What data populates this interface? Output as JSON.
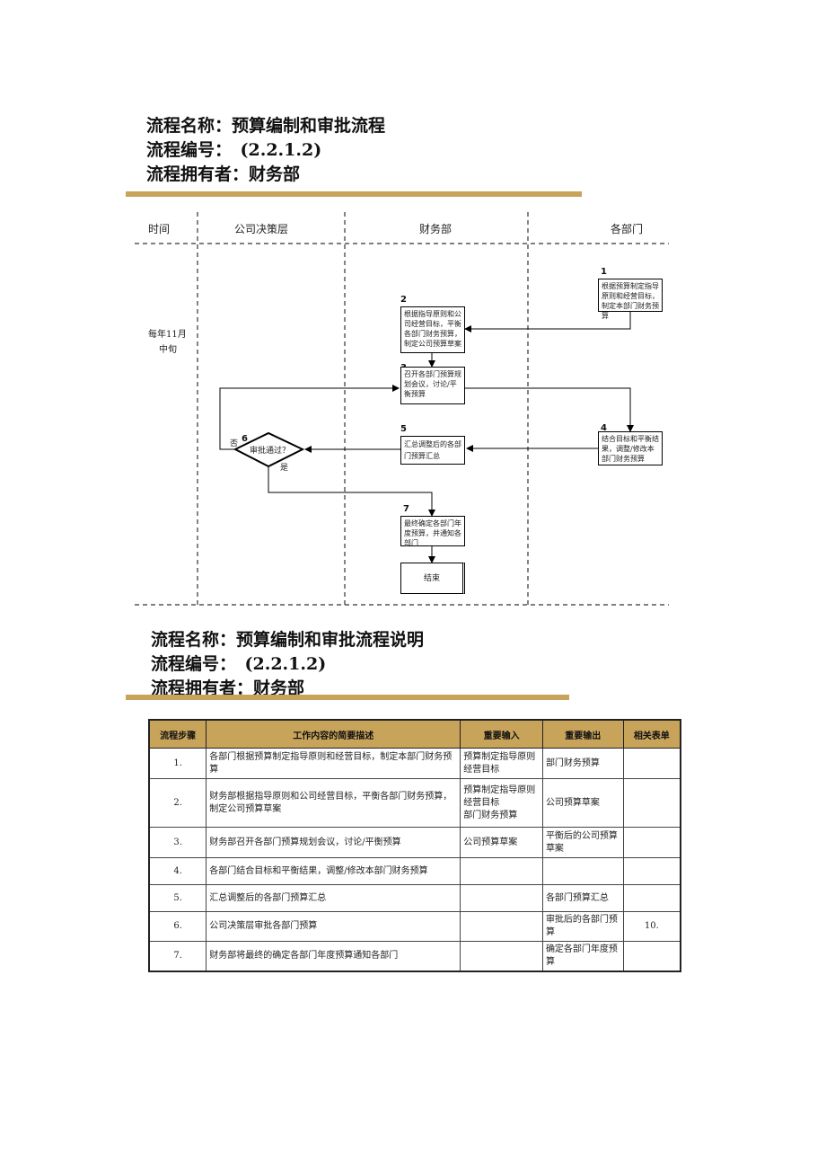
{
  "header1": {
    "name_line": "流程名称：预算编制和审批流程",
    "code_line": "流程编号：　(2.2.1.2)",
    "owner_line": "流程拥有者：财务部"
  },
  "flowchart": {
    "lanes": [
      "时间",
      "公司决策层",
      "财务部",
      "各部门"
    ],
    "time_label_line1": "每年11月",
    "time_label_line2": "中旬",
    "steps": [
      {
        "num": "1",
        "text": "根据预算制定指导原则和经营目标，制定本部门财务预算"
      },
      {
        "num": "2",
        "text": "根据指导原则和公司经营目标，平衡各部门财务预算，制定公司预算草案"
      },
      {
        "num": "3",
        "text": "召开各部门预算规划会议，讨论/平衡预算"
      },
      {
        "num": "4",
        "text": "结合目标和平衡结果，调整/修改本部门财务预算"
      },
      {
        "num": "5",
        "text": "汇总调整后的各部门预算汇总"
      },
      {
        "num": "6",
        "text": "审批通过？"
      },
      {
        "num": "7",
        "text": "最终确定各部门年度预算，并通知各部门"
      }
    ],
    "no_label": "否",
    "yes_label": "是",
    "end_label": "结束"
  },
  "header2": {
    "name_line": "流程名称：预算编制和审批流程说明",
    "code_line": "流程编号：　(2.2.1.2)",
    "owner_line": "流程拥有者：财务部"
  },
  "table": {
    "headers": [
      "流程步骤",
      "工作内容的简要描述",
      "重要输入",
      "重要输出",
      "相关表单"
    ],
    "rows": [
      [
        "1.",
        "各部门根据预算制定指导原则和经营目标，制定本部门财务预算",
        "预算制定指导原则\n经营目标",
        "部门财务预算",
        ""
      ],
      [
        "2.",
        "财务部根据指导原则和公司经营目标，平衡各部门财务预算，制定公司预算草案",
        "预算制定指导原则\n经营目标\n部门财务预算",
        "公司预算草案",
        ""
      ],
      [
        "3.",
        "财务部召开各部门预算规划会议，讨论/平衡预算",
        "公司预算草案",
        "平衡后的公司预算草案",
        ""
      ],
      [
        "4.",
        "各部门结合目标和平衡结果，调整/修改本部门财务预算",
        "",
        "",
        ""
      ],
      [
        "5.",
        "汇总调整后的各部门预算汇总",
        "",
        "各部门预算汇总",
        ""
      ],
      [
        "6.",
        "公司决策层审批各部门预算",
        "",
        "审批后的各部门预算",
        "10."
      ],
      [
        "7.",
        "财务部将最终的确定各部门年度预算通知各部门",
        "",
        "确定各部门年度预算",
        ""
      ]
    ]
  },
  "colors": {
    "accent": "#c8a35a",
    "line": "#000000"
  }
}
